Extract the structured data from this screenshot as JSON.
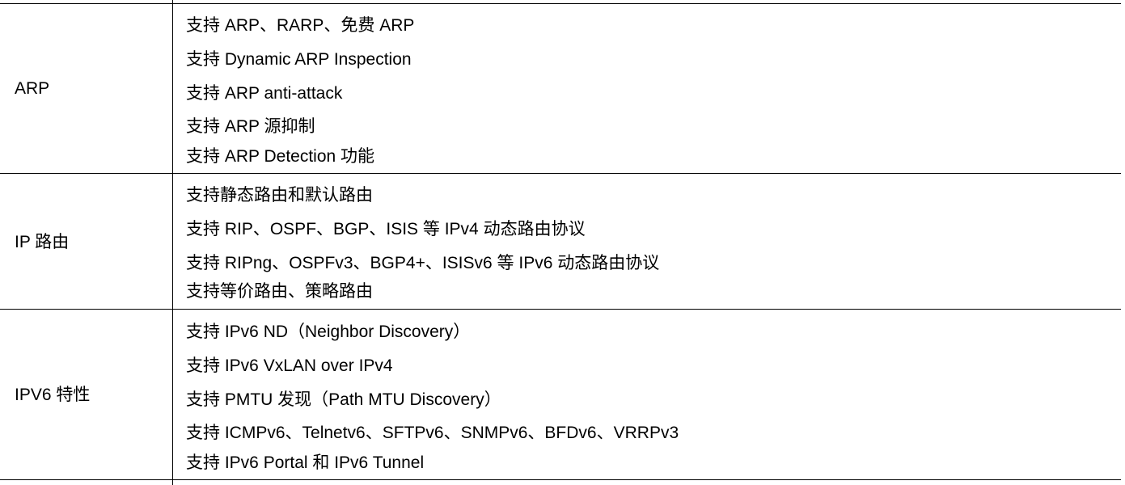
{
  "rows": [
    {
      "category": "ARP",
      "items": [
        "支持 ARP、RARP、免费 ARP",
        "支持 Dynamic ARP Inspection",
        "支持 ARP anti-attack",
        "支持 ARP 源抑制",
        "支持 ARP Detection 功能"
      ]
    },
    {
      "category": "IP 路由",
      "items": [
        "支持静态路由和默认路由",
        "支持 RIP、OSPF、BGP、ISIS 等 IPv4 动态路由协议",
        "支持 RIPng、OSPFv3、BGP4+、ISISv6 等 IPv6 动态路由协议",
        "支持等价路由、策略路由"
      ]
    },
    {
      "category": "IPV6 特性",
      "items": [
        "支持 IPv6 ND（Neighbor Discovery）",
        "支持 IPv6 VxLAN over IPv4",
        "支持 PMTU 发现（Path MTU Discovery）",
        "支持 ICMPv6、Telnetv6、SFTPv6、SNMPv6、BFDv6、VRRPv3",
        "支持 IPv6 Portal 和 IPv6 Tunnel"
      ]
    }
  ]
}
